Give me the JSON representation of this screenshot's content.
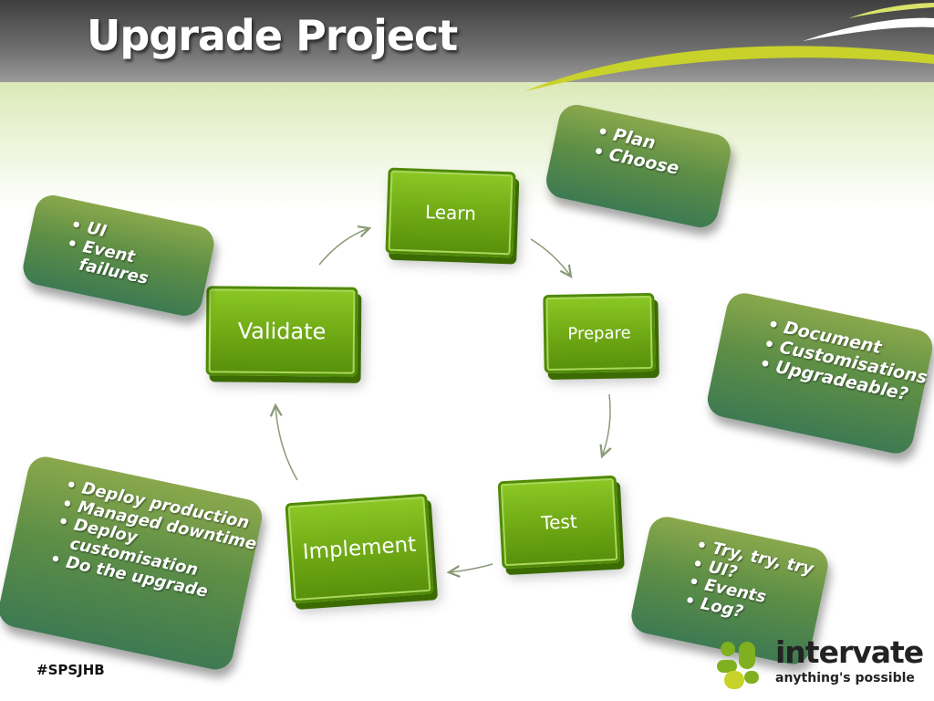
{
  "title": "Upgrade Project",
  "stages": {
    "learn": "Learn",
    "prepare": "Prepare",
    "test": "Test",
    "implement": "Implement",
    "validate": "Validate"
  },
  "notes": {
    "plan": [
      "Plan",
      "Choose"
    ],
    "document": [
      "Document",
      "Customisations",
      "Upgradeable?"
    ],
    "test": [
      "Try, try, try",
      "UI?",
      "Events",
      "Log?"
    ],
    "deploy": [
      "Deploy production",
      "Managed downtime",
      "Deploy customisation",
      "Do the upgrade"
    ],
    "validate": [
      "UI",
      "Event failures"
    ]
  },
  "hashtag": "#SPSJHB",
  "logo": {
    "name": "intervate",
    "tagline": "anything's possible"
  },
  "colors": {
    "stage_green": "#6ea814",
    "note_green": "#5e8f46",
    "accent_yellow": "#c8d22a"
  }
}
